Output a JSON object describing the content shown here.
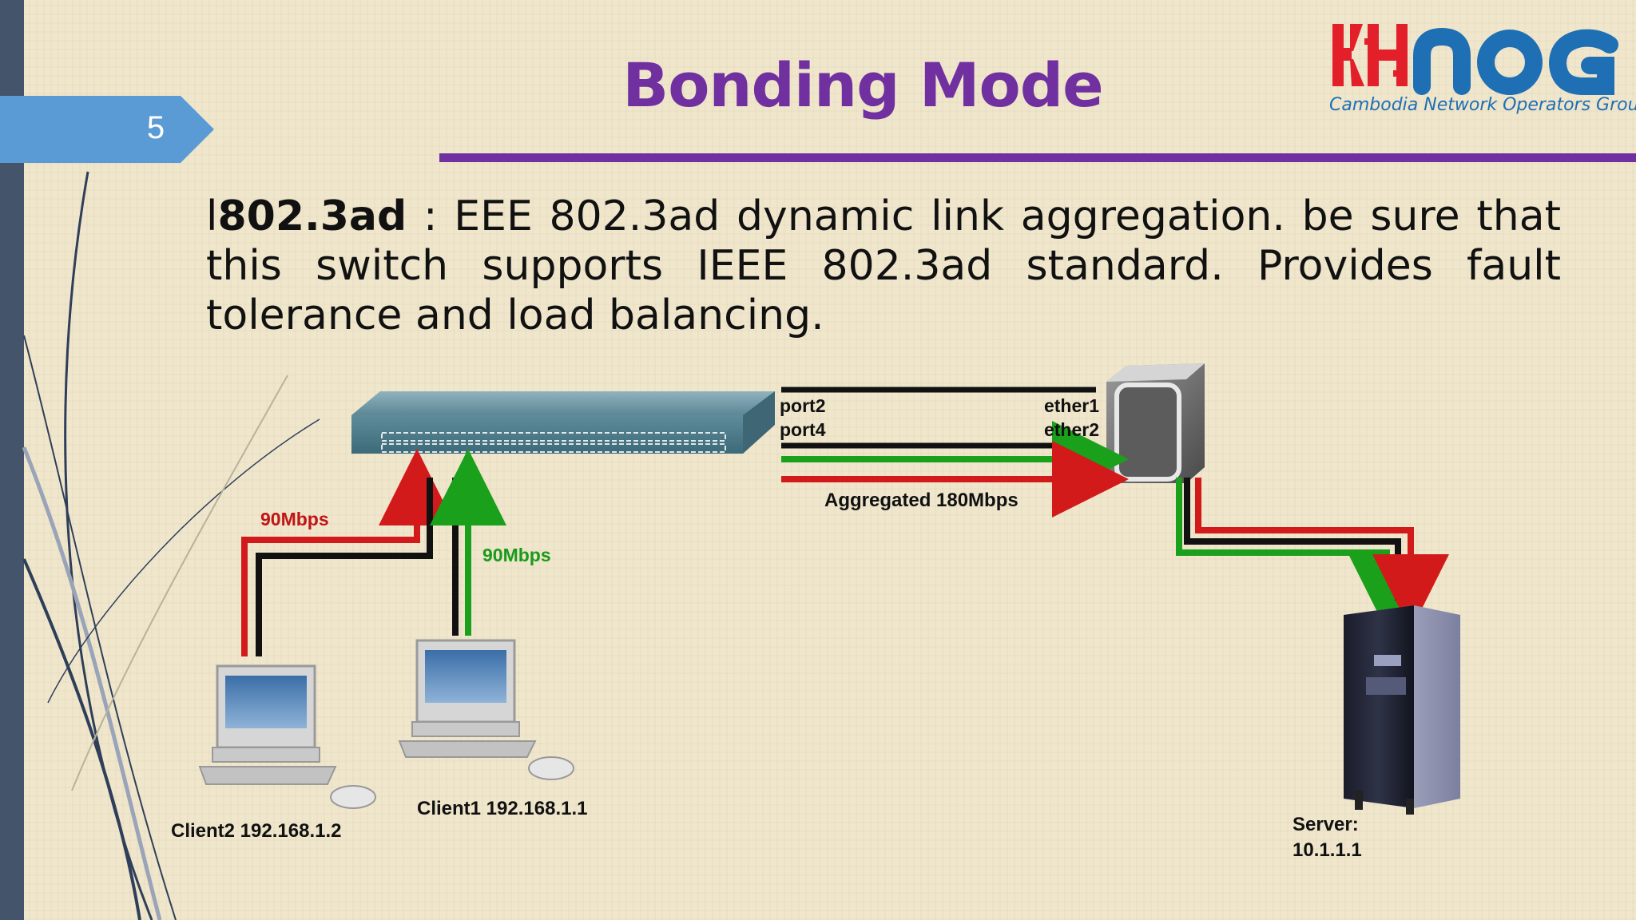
{
  "slide": {
    "number": "5",
    "title": "Bonding Mode"
  },
  "logo": {
    "mark": "KHNOG",
    "subtitle": "Cambodia Network Operators Group"
  },
  "body": {
    "term": "802.3ad",
    "prefix": "l",
    "text": " : EEE 802.3ad dynamic link aggregation. be sure that this switch supports IEEE 802.3ad standard. Provides fault tolerance and load balancing."
  },
  "diagram": {
    "link_port_a": "port2",
    "link_port_b": "port4",
    "link_ether_a": "ether1",
    "link_ether_b": "ether2",
    "aggregate_label": "Aggregated 180Mbps",
    "client2_speed": "90Mbps",
    "client1_speed": "90Mbps",
    "client2_label": "Client2 192.168.1.2",
    "client1_label": "Client1 192.168.1.1",
    "server_label_1": "Server:",
    "server_label_2": "10.1.1.1",
    "colors": {
      "red": "#d21a1a",
      "green": "#1aa01a",
      "black": "#111111"
    }
  },
  "theme": {
    "accent": "#7030a0",
    "tab": "#5b9bd5",
    "sidebar": "#44546a"
  }
}
